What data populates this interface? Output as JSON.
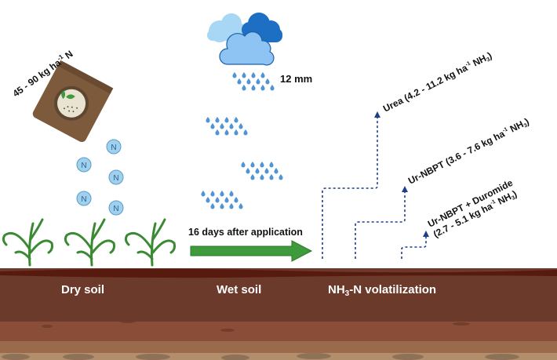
{
  "fertilizer": {
    "rate_label": "45 - 90 kg ha",
    "rate_sup": "-1",
    "rate_unit": " N",
    "particle_symbol": "N"
  },
  "rain": {
    "amount_label": "12 mm"
  },
  "timeline": {
    "label": "16 days after application"
  },
  "soil": {
    "dry_label": "Dry soil",
    "wet_label": "Wet soil",
    "volatilization_prefix": "NH",
    "volatilization_sub": "3",
    "volatilization_suffix": "-N volatilization"
  },
  "treatments": [
    {
      "name": "Urea",
      "line1_pre": "Urea (4.2 - 11.2 kg ha",
      "sup": "-1",
      "line1_post": " NH",
      "sub": "3",
      "close": ")"
    },
    {
      "name": "Ur-NBPT",
      "line1_pre": "Ur-NBPT (3.6 - 7.6 kg ha",
      "sup": "-1",
      "line1_post": " NH",
      "sub": "3",
      "close": ")"
    },
    {
      "name": "Ur-NBPT + Duromide",
      "line1": "Ur-NBPT + Duromide",
      "line2_pre": "(2.7 - 5.1 kg ha",
      "sup": "-1",
      "line2_post": " NH",
      "sub": "3",
      "close": ")"
    }
  ],
  "colors": {
    "arrow_green": "#3f9a3c",
    "dash_blue": "#1f3f8a",
    "drop_blue": "#4f94d4",
    "particle_blue": "#9fd0ee"
  }
}
